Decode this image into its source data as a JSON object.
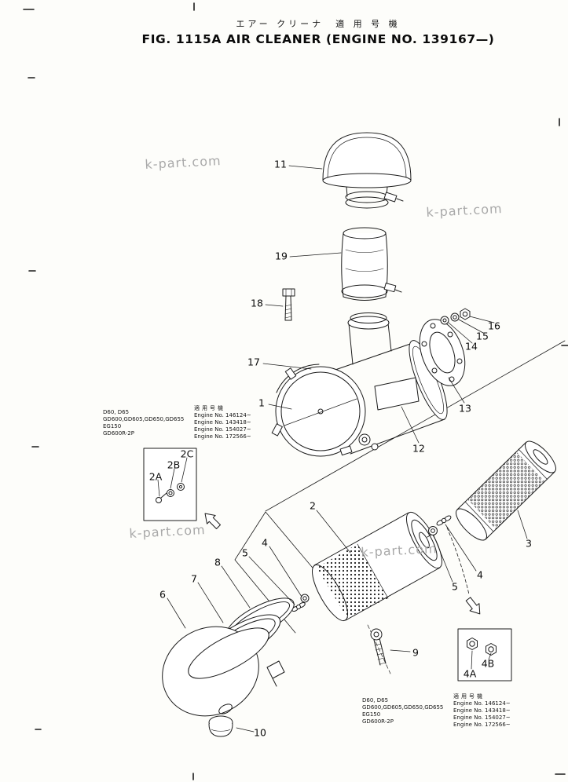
{
  "header": {
    "title_jp": "エアー クリーナ　適 用 号 機",
    "title_en": "FIG. 1115A  AIR CLEANER (ENGINE NO. 139167—)"
  },
  "watermark": "k-part.com",
  "callouts": {
    "n1": "1",
    "n2": "2",
    "n3": "3",
    "n4": "4",
    "n5": "5",
    "n6": "6",
    "n7": "7",
    "n8": "8",
    "n9": "9",
    "n10": "10",
    "n11": "11",
    "n12": "12",
    "n13": "13",
    "n14": "14",
    "n15": "15",
    "n16": "16",
    "n17": "17",
    "n18": "18",
    "n19": "19",
    "n2a": "2A",
    "n2b": "2B",
    "n2c": "2C",
    "n4a": "4A",
    "n4b": "4B"
  },
  "applicability": {
    "header": "適用号機",
    "models": [
      "D60, D65",
      "GD600,GD605,GD650,GD655",
      "EG150",
      "GD600R-2P"
    ],
    "engines": [
      "Engine No. 146124~",
      "Engine No. 143418~",
      "Engine No. 154027~",
      "Engine No. 172566~"
    ]
  }
}
